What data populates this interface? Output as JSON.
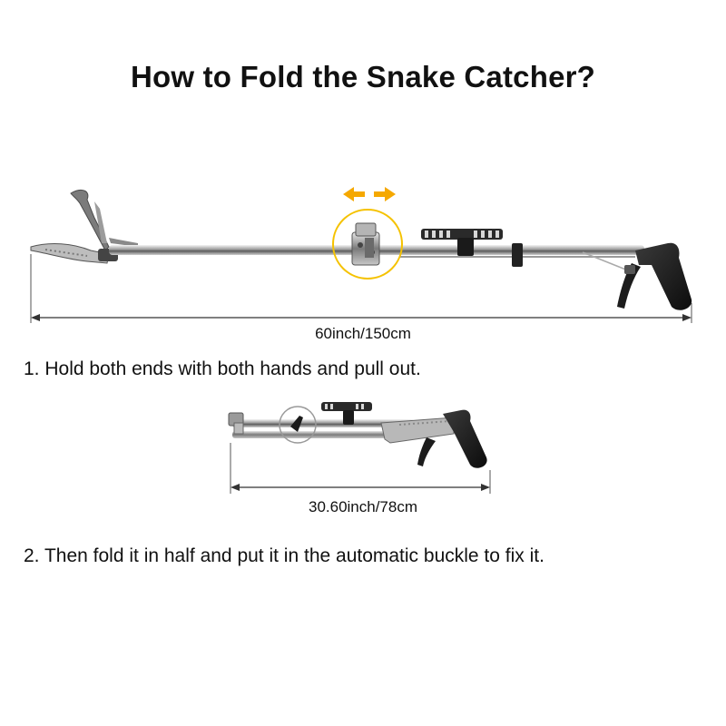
{
  "title": "How to Fold the Snake Catcher?",
  "unfolded": {
    "dimension_label": "60inch/150cm",
    "arrow_color": "#f5a800",
    "highlight_color": "#f5c200"
  },
  "step1": {
    "text": "1. Hold both ends with both hands and pull out."
  },
  "folded": {
    "dimension_label": "30.60inch/78cm",
    "highlight_color": "#999999"
  },
  "step2": {
    "text": "2. Then fold it in half and put it in the automatic buckle to fix it."
  }
}
